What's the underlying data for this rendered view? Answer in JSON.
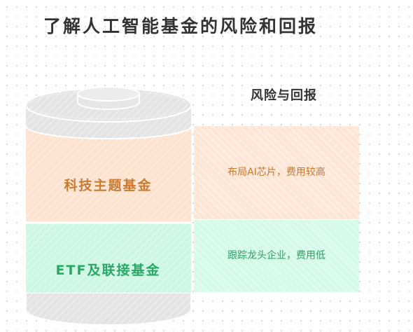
{
  "title": "了解人工智能基金的风险和回报",
  "subtitle": "风险与回报",
  "segments": [
    {
      "label": "科技主题基金",
      "description": "布局AI芯片，费用较高",
      "color": "#cc7a2f",
      "fill": "#fde6d5"
    },
    {
      "label": "ETF及联接基金",
      "description": "跟踪龙头企业，费用低",
      "color": "#2aa865",
      "fill": "#d3fbe8"
    }
  ]
}
